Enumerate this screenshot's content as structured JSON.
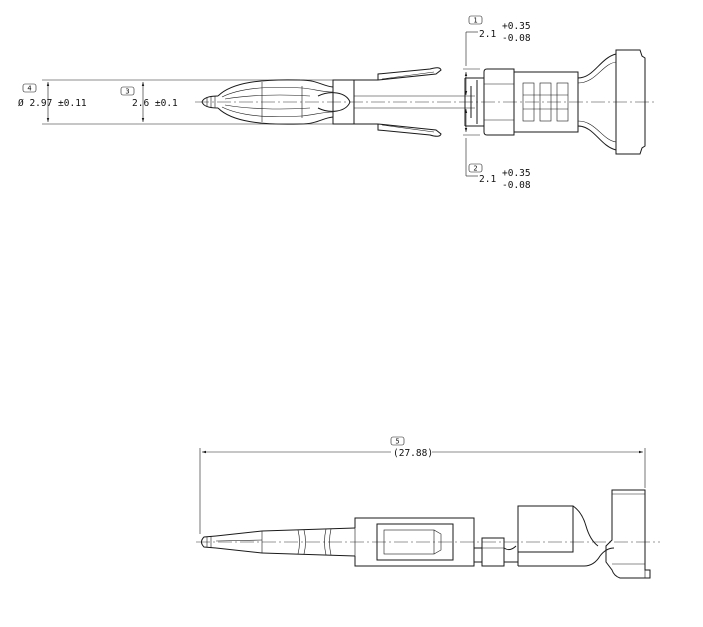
{
  "drawing": {
    "top_view": {
      "dim_diameter": {
        "tag": "4",
        "label": "Ø 2.97 ±0.11"
      },
      "dim_height": {
        "tag": "3",
        "label": "2.6 ±0.1"
      },
      "dim_top_offset": {
        "tag": "1",
        "value": "2.1",
        "tol_plus": "+0.35",
        "tol_minus": "-0.08"
      },
      "dim_bottom_offset": {
        "tag": "2",
        "value": "2.1",
        "tol_plus": "+0.35",
        "tol_minus": "-0.08"
      }
    },
    "side_view": {
      "dim_length": {
        "tag": "5",
        "label": "(27.88)"
      }
    }
  }
}
